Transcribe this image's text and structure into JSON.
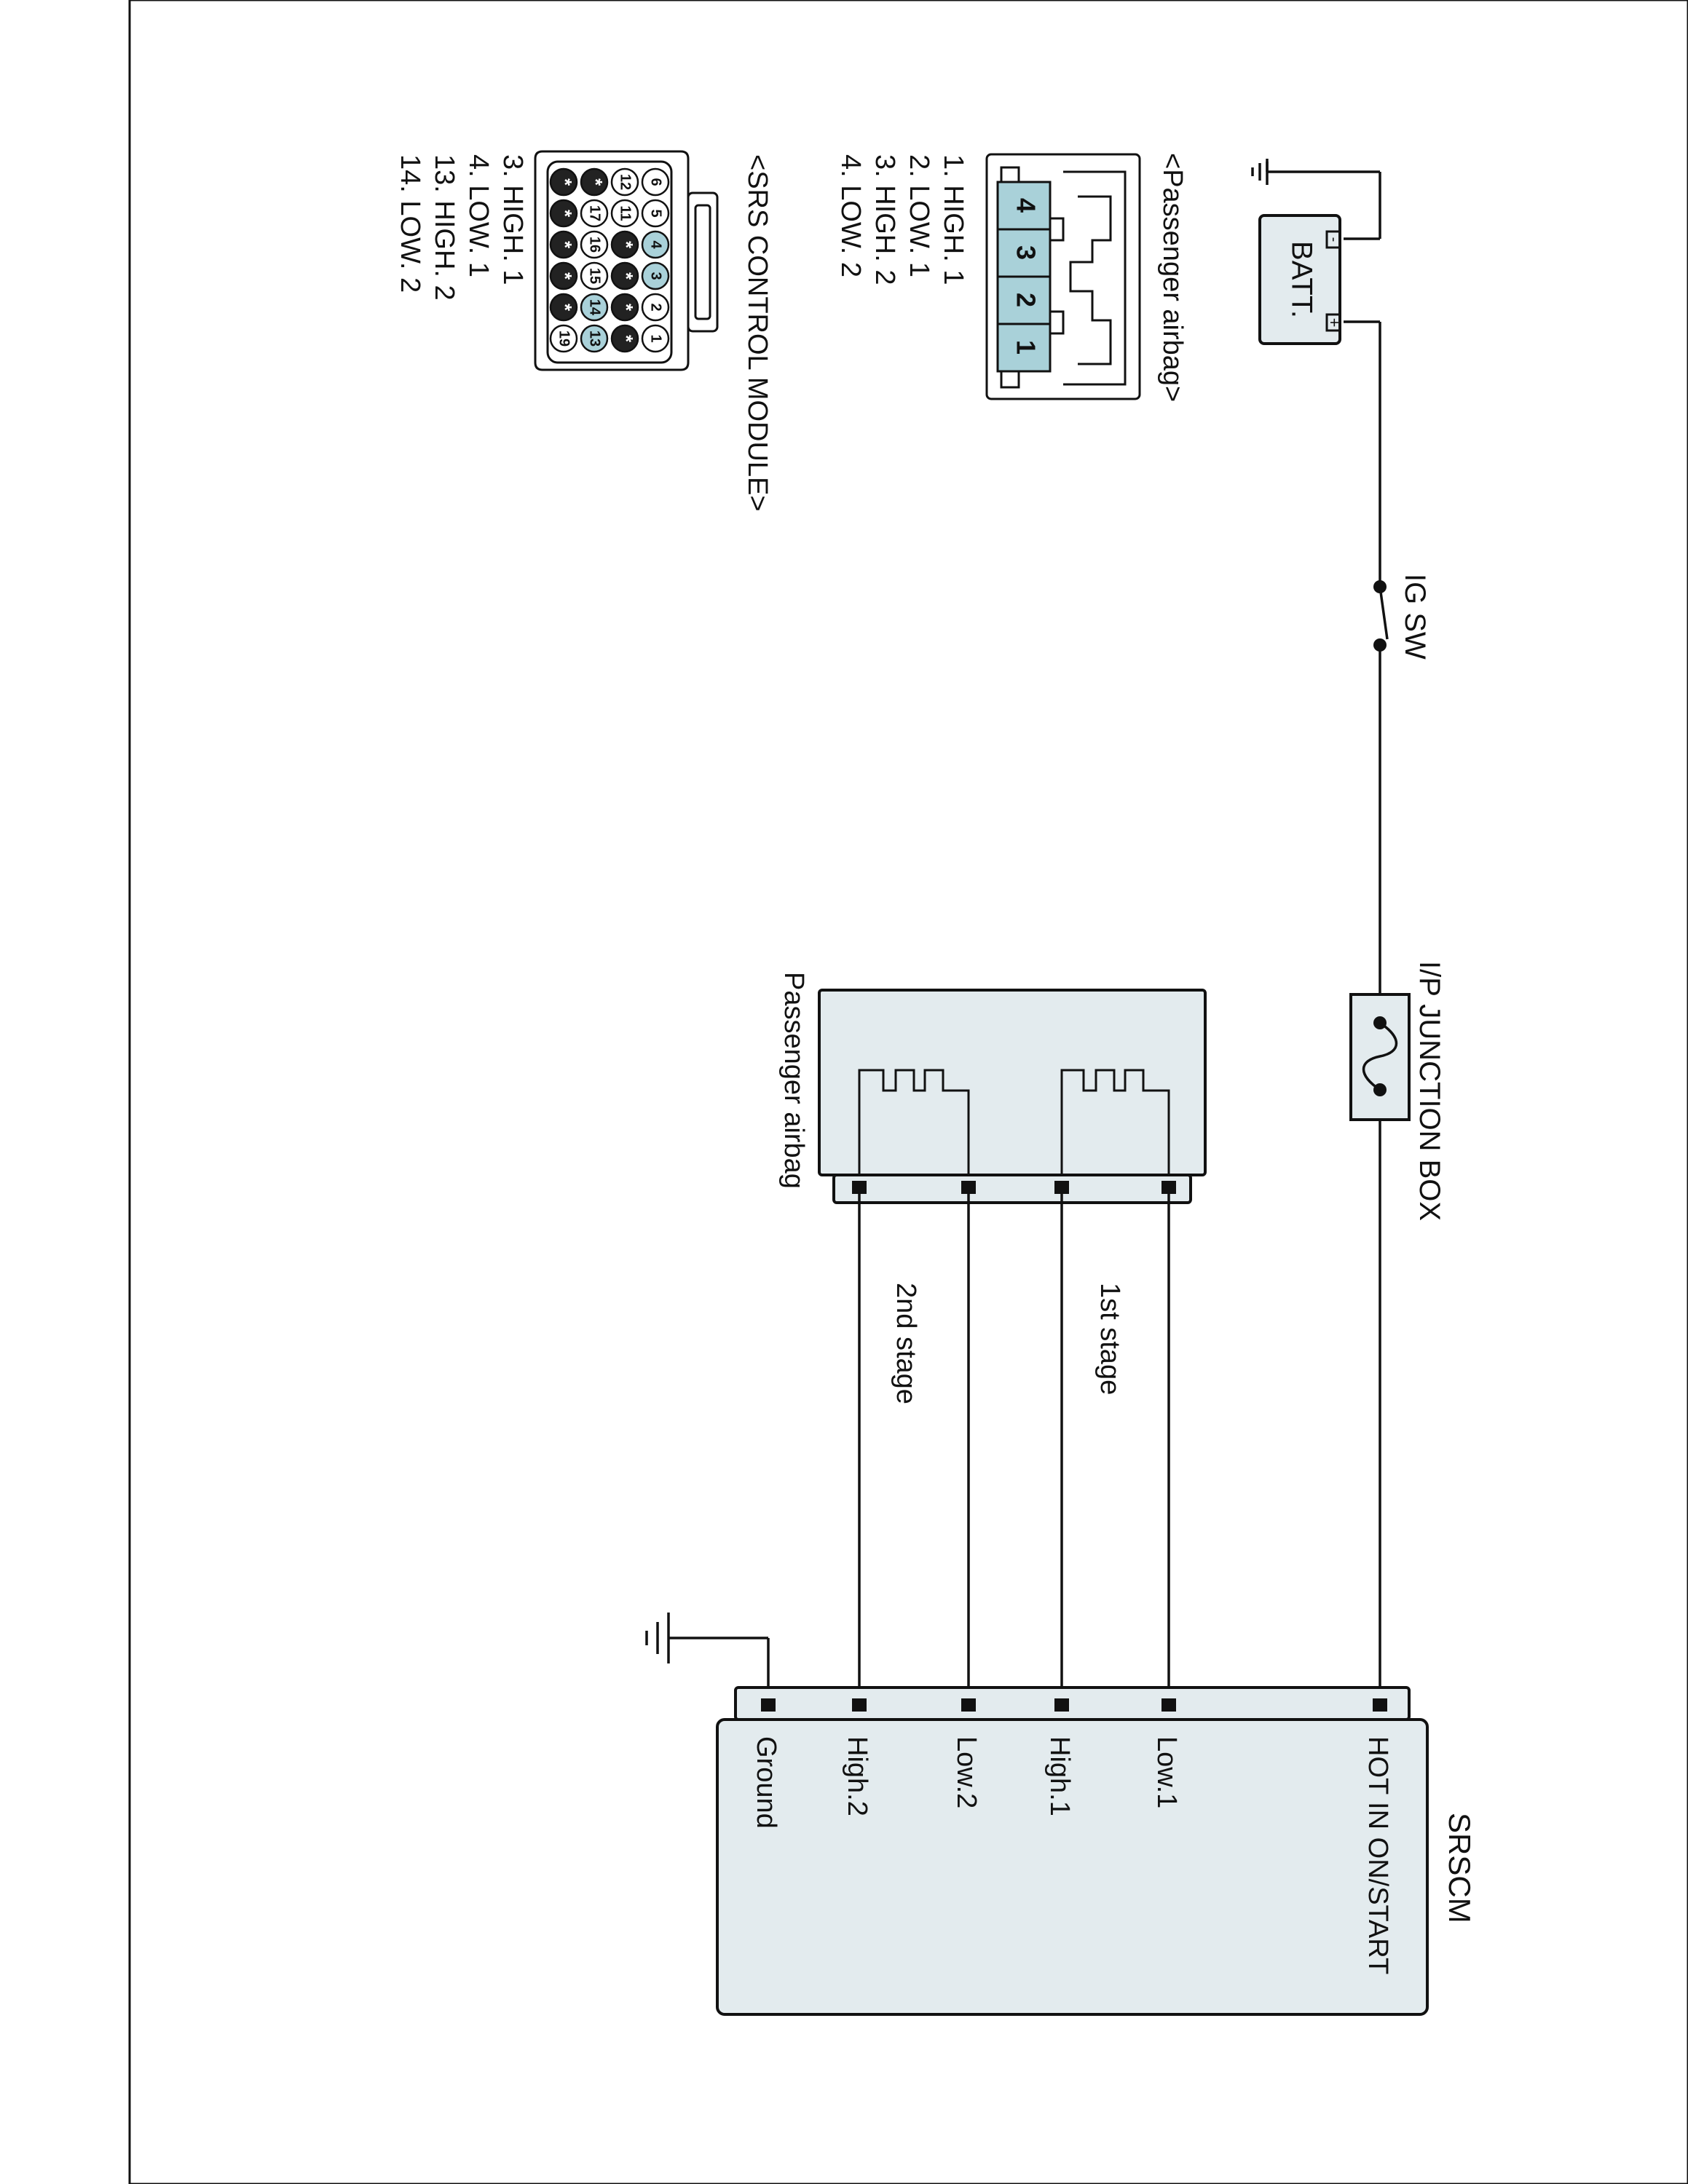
{
  "battery": {
    "label": "BATT.",
    "neg_symbol": "-",
    "pos_symbol": "+"
  },
  "ignition_switch": {
    "label": "IG SW"
  },
  "junction_box": {
    "label": "I/P JUNCTION BOX"
  },
  "airbag_module": {
    "label": "Passenger airbag",
    "stage1_label": "1st stage",
    "stage2_label": "2nd stage"
  },
  "srscm": {
    "title": "SRSCM",
    "pins": [
      "HOT IN ON/START",
      "Low.1",
      "High.1",
      "Low.2",
      "High.2",
      "Ground"
    ]
  },
  "passenger_connector": {
    "title": "<Passenger airbag>",
    "pin_numbers": [
      "4",
      "3",
      "2",
      "1"
    ],
    "legend": [
      "1. HIGH. 1",
      "2. LOW. 1",
      "3. HIGH. 2",
      "4. LOW. 2"
    ]
  },
  "srs_connector": {
    "title": "<SRS CONTROL MODULE>",
    "rows": [
      [
        "6",
        "5",
        "4",
        "3",
        "2",
        "1"
      ],
      [
        "12",
        "11",
        "*",
        "*",
        "*",
        "*"
      ],
      [
        "*",
        "17",
        "16",
        "15",
        "14",
        "13"
      ],
      [
        "*",
        "*",
        "*",
        "*",
        "*",
        "19"
      ]
    ],
    "legend": [
      "3. HIGH. 1",
      "4. LOW. 1",
      "13. HIGH. 2",
      "14. LOW. 2"
    ]
  },
  "colors": {
    "ink": "#111111",
    "panel_fill": "#e3ebee",
    "highlight_pin": "#a9d1d9"
  }
}
